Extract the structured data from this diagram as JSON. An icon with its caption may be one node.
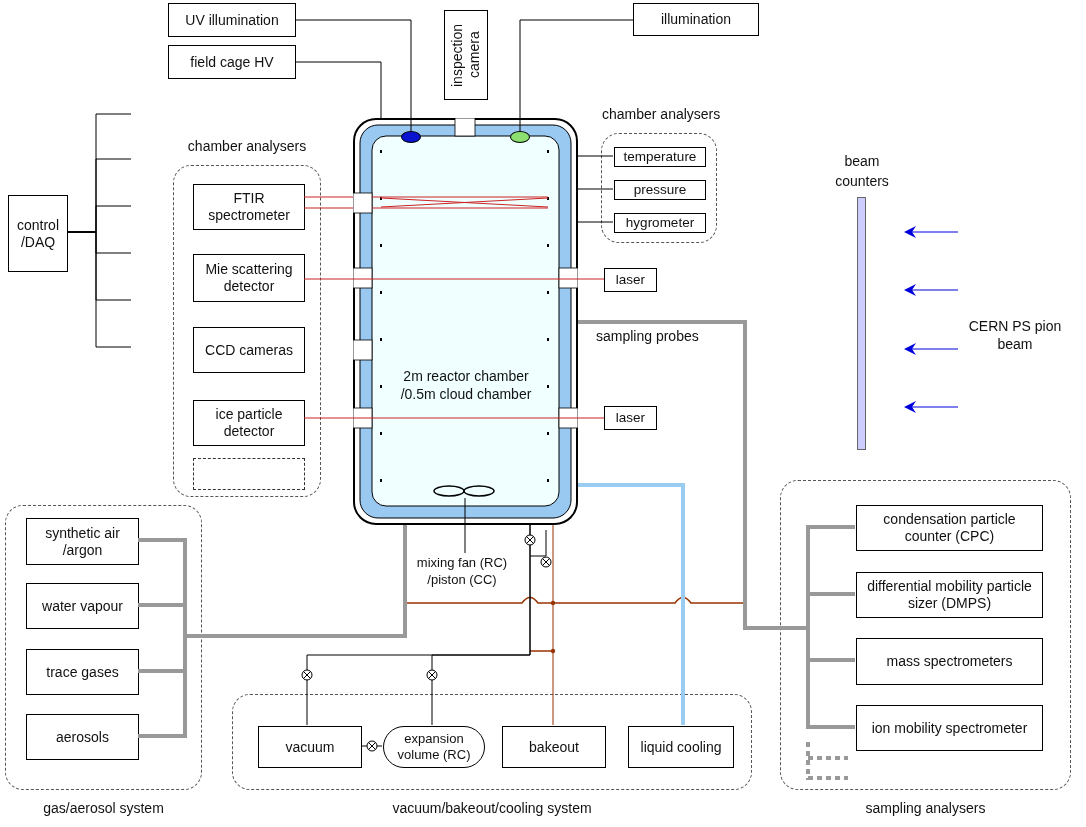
{
  "diagram": {
    "nodes": [
      {
        "text": [
          "UV illumination"
        ]
      },
      {
        "text": [
          "field cage HV"
        ]
      },
      {
        "text": [
          "inspection camera"
        ]
      },
      {
        "text": [
          "illumination"
        ]
      },
      {
        "text": [
          "control /DAQ"
        ]
      },
      {
        "text": [
          "chamber analysers"
        ]
      },
      {
        "text": [
          "FTIR spectrometer"
        ],
        "in": 5
      },
      {
        "text": [
          "Mie scattering detector"
        ],
        "in": 5
      },
      {
        "text": [
          "CCD cameras"
        ],
        "in": 5
      },
      {
        "text": [
          "ice particle detector"
        ],
        "in": 5
      },
      {
        "text": [],
        "shape": "box",
        "in": 5
      },
      {
        "text": [
          "2m reactor chamber /0.5m cloud chamber"
        ]
      },
      {
        "text": [],
        "shape": "ellipse",
        "in": 11
      },
      {
        "text": [],
        "shape": "ellipse",
        "in": 11
      },
      {
        "text": [],
        "shape": "fan",
        "in": 11
      },
      {
        "text": [
          "chamber analysers"
        ]
      },
      {
        "text": [
          "temperature"
        ],
        "in": 15
      },
      {
        "text": [
          "pressure"
        ],
        "in": 15
      },
      {
        "text": [
          "hygrometer"
        ],
        "in": 15
      },
      {
        "text": [
          "laser"
        ]
      },
      {
        "text": [
          "laser"
        ]
      },
      {
        "text": [
          "beam counters"
        ]
      },
      {
        "text": [
          "mixing fan (RC) /piston (CC)"
        ]
      },
      {
        "text": [
          "gas/aerosol system"
        ]
      },
      {
        "text": [
          "synthetic air /argon"
        ],
        "in": 23
      },
      {
        "text": [
          "water vapour"
        ],
        "in": 23
      },
      {
        "text": [
          "trace gases"
        ],
        "in": 23
      },
      {
        "text": [
          "aerosols"
        ],
        "in": 23
      },
      {
        "text": [
          "vacuum/bakeout/cooling system"
        ]
      },
      {
        "text": [
          "vacuum"
        ],
        "in": 28
      },
      {
        "text": [
          "expansion volume (RC)"
        ],
        "in": 28
      },
      {
        "text": [
          "bakeout"
        ],
        "in": 28
      },
      {
        "text": [
          "liquid cooling"
        ],
        "in": 28
      },
      {
        "text": [
          "sampling analysers"
        ]
      },
      {
        "text": [
          "condensation particle counter (CPC)"
        ],
        "in": 33
      },
      {
        "text": [
          "differential mobility particle sizer (DMPS)"
        ],
        "in": 33
      },
      {
        "text": [
          "mass spectrometers"
        ],
        "in": 33
      },
      {
        "text": [
          "ion mobility spectrometer"
        ],
        "in": 33
      }
    ],
    "edges": [
      {
        "from": 0,
        "to": 12,
        "arrow": "none"
      },
      {
        "from": 1,
        "to": 11,
        "arrow": "none"
      },
      {
        "from": 3,
        "to": 13,
        "arrow": "none"
      },
      {
        "from": 4,
        "to": null,
        "arrow": "none"
      },
      {
        "from": 4,
        "to": null,
        "arrow": "none"
      },
      {
        "from": 4,
        "to": null,
        "arrow": "none"
      },
      {
        "from": 4,
        "to": null,
        "arrow": "none"
      },
      {
        "from": 4,
        "to": null,
        "arrow": "none"
      },
      {
        "from": 4,
        "to": null,
        "arrow": "none"
      },
      {
        "from": 16,
        "to": 11,
        "arrow": "none"
      },
      {
        "from": 17,
        "to": 11,
        "arrow": "none"
      },
      {
        "from": 18,
        "to": 11,
        "arrow": "none"
      },
      {
        "from": 6,
        "to": 11,
        "arrow": "none",
        "color": "#cc2222"
      },
      {
        "from": 19,
        "to": 7,
        "arrow": "none",
        "color": "#cc2222"
      },
      {
        "from": 20,
        "to": 9,
        "arrow": "none",
        "color": "#cc2222"
      },
      {
        "from": 14,
        "to": 22,
        "arrow": "none"
      },
      {
        "from": 24,
        "to": 11,
        "arrow": "none",
        "style": "thick",
        "color": "#999999"
      },
      {
        "from": 25,
        "to": 11,
        "arrow": "none",
        "style": "thick",
        "color": "#999999"
      },
      {
        "from": 26,
        "to": 11,
        "arrow": "none",
        "style": "thick",
        "color": "#999999"
      },
      {
        "from": 27,
        "to": 11,
        "arrow": "none",
        "style": "thick",
        "color": "#999999"
      },
      {
        "from": 11,
        "to": 34,
        "arrow": "none",
        "style": "thick",
        "color": "#999999"
      },
      {
        "from": 11,
        "to": 35,
        "arrow": "none",
        "style": "thick",
        "color": "#999999"
      },
      {
        "from": 11,
        "to": 36,
        "arrow": "none",
        "style": "thick",
        "color": "#999999"
      },
      {
        "from": 11,
        "to": 37,
        "arrow": "none",
        "style": "thick",
        "color": "#999999"
      },
      {
        "from": 11,
        "to": 29,
        "arrow": "none"
      },
      {
        "from": 11,
        "to": 30,
        "arrow": "none"
      },
      {
        "from": 29,
        "to": 30,
        "arrow": "none"
      },
      {
        "from": 31,
        "to": 11,
        "arrow": "none",
        "color": "#993300"
      },
      {
        "from": 32,
        "to": 11,
        "arrow": "none",
        "style": "thick",
        "color": "#99ccf0"
      }
    ],
    "labels": [
      "sampling probes",
      "CERN PS pion beam"
    ]
  }
}
